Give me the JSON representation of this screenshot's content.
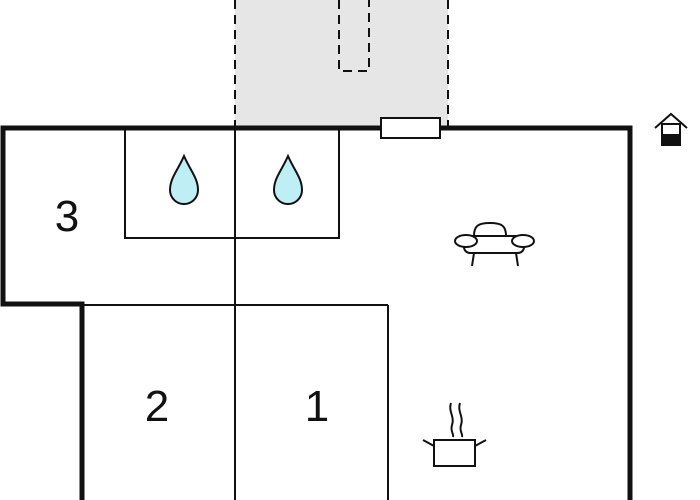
{
  "floorplan": {
    "rooms": [
      {
        "id": "room-3",
        "label": "3"
      },
      {
        "id": "room-2",
        "label": "2"
      },
      {
        "id": "room-1",
        "label": "1"
      }
    ],
    "icons": [
      "water-drop-icon",
      "water-drop-icon",
      "sofa-icon",
      "cooking-pot-icon",
      "house-icon"
    ],
    "colors": {
      "wall": "#111111",
      "terrace": "#e6e6e6",
      "water": "#bdeff5",
      "background": "#ffffff"
    }
  }
}
